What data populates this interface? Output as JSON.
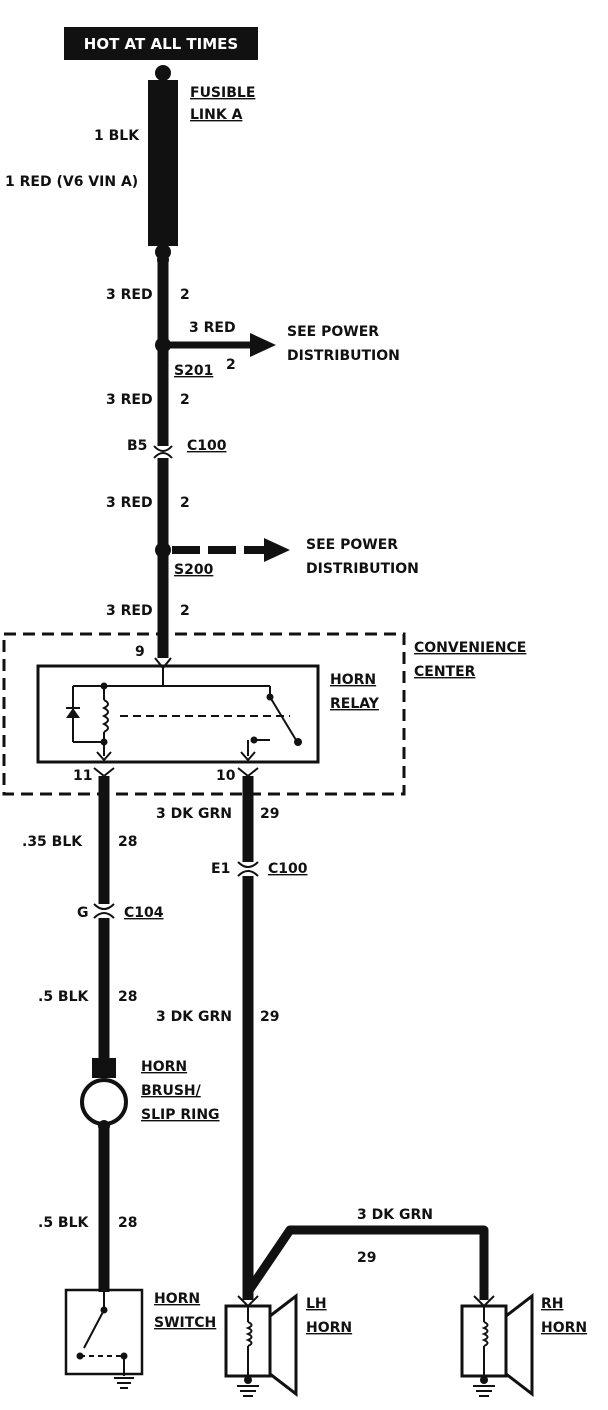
{
  "header": "HOT AT ALL TIMES",
  "fusible_link": [
    "FUSIBLE",
    "LINK A"
  ],
  "wire_top_1": "1 BLK",
  "wire_top_2": "1 RED (V6 VIN A)",
  "w3red": "3 RED",
  "c2": "2",
  "see_power_1": [
    "SEE POWER",
    "DISTRIBUTION"
  ],
  "see_power_2": [
    "SEE POWER",
    "DISTRIBUTION"
  ],
  "s201": "S201",
  "s200": "S200",
  "b5": "B5",
  "c100": "C100",
  "convenience_center": [
    "CONVENIENCE",
    "CENTER"
  ],
  "horn_relay": [
    "HORN",
    "RELAY"
  ],
  "pin9": "9",
  "pin11": "11",
  "pin10": "10",
  "w_dkgrn": "3 DK GRN",
  "c29": "29",
  "w_35blk": ".35 BLK",
  "c28": "28",
  "e1": "E1",
  "g": "G",
  "c104": "C104",
  "w_5blk": ".5 BLK",
  "horn_brush": [
    "HORN",
    "BRUSH/",
    "SLIP RING"
  ],
  "horn_switch": [
    "HORN",
    "SWITCH"
  ],
  "lh_horn": [
    "LH",
    "HORN"
  ],
  "rh_horn": [
    "RH",
    "HORN"
  ]
}
